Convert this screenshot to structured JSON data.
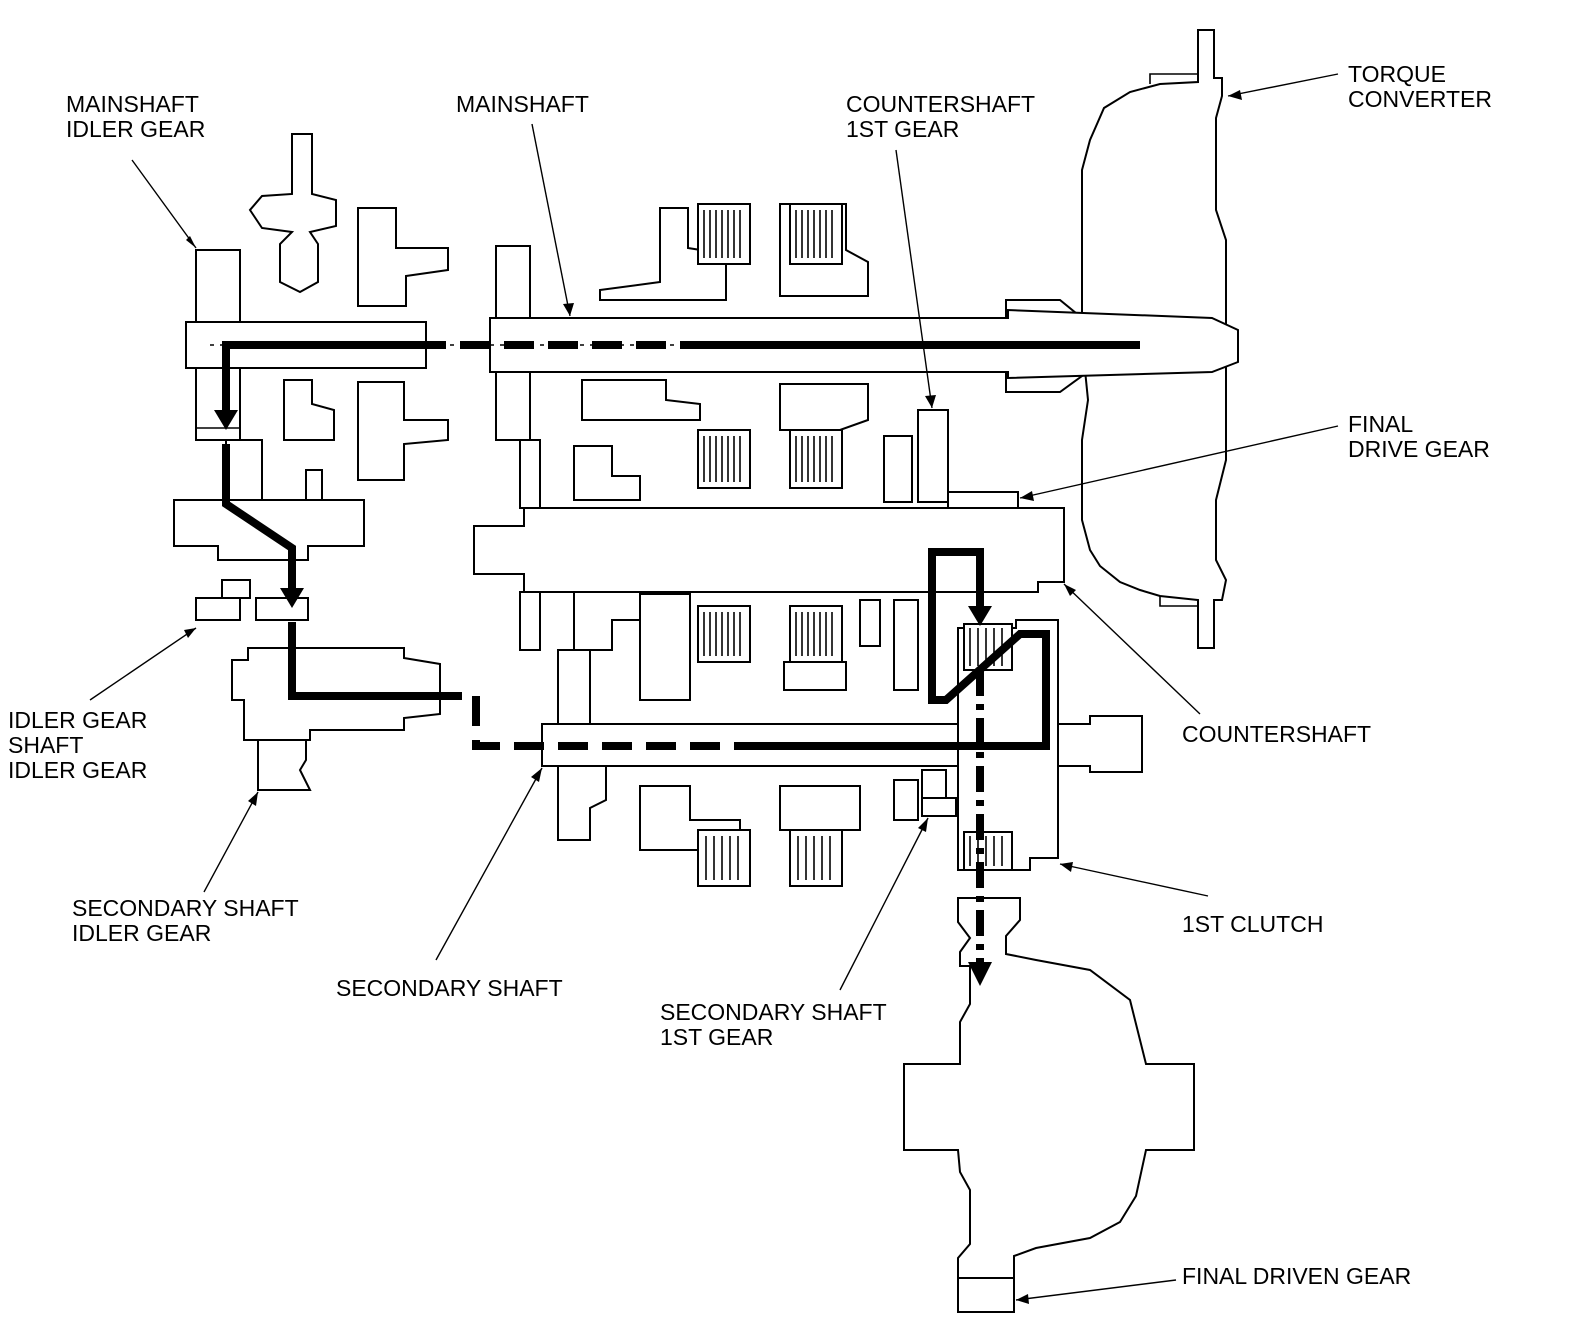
{
  "labels": {
    "mainshaft_idler_gear": [
      "MAINSHAFT",
      "IDLER GEAR"
    ],
    "mainshaft": [
      "MAINSHAFT"
    ],
    "countershaft_1st_gear": [
      "COUNTERSHAFT",
      "1ST GEAR"
    ],
    "torque_converter": [
      "TORQUE",
      "CONVERTER"
    ],
    "final_drive_gear": [
      "FINAL",
      "DRIVE GEAR"
    ],
    "countershaft": [
      "COUNTERSHAFT"
    ],
    "idler_gear_shaft_idler_gear": [
      "IDLER GEAR",
      "SHAFT",
      "IDLER GEAR"
    ],
    "secondary_shaft_idler_gear": [
      "SECONDARY SHAFT",
      "IDLER GEAR"
    ],
    "secondary_shaft": [
      "SECONDARY SHAFT"
    ],
    "secondary_shaft_1st_gear": [
      "SECONDARY SHAFT",
      "1ST GEAR"
    ],
    "first_clutch": [
      "1ST CLUTCH"
    ],
    "final_driven_gear": [
      "FINAL DRIVEN GEAR"
    ]
  },
  "colors": {
    "ink": "#000000",
    "paper": "#ffffff"
  }
}
